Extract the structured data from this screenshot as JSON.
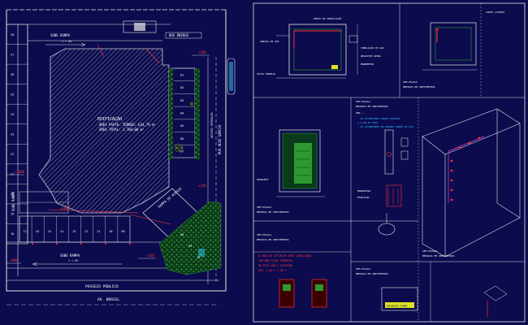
{
  "site_plan": {
    "edificacao": "EDIFICAÇÃO",
    "area_pavto": "ÁREA PAVTO. TÉRREO: 634,79 m²",
    "area_total": "ÁREA TOTAL: 3.768,00 m²",
    "sobe_rampa_top": "SOBE RAMPA",
    "sobe_rampa_top_pct": "i = 8%",
    "sobe_rampa_bottom": "SOBE RAMPA",
    "sobe_rampa_bottom_pct": "i = 8%",
    "box_onibus": "BOX ÔNIBUS",
    "passeio": "PASSEIO PÚBLICO",
    "avenida": "AV. BRASIL",
    "level_a": "+200",
    "level_b": "+1000",
    "level_c": "+600",
    "level_d": "+220",
    "level_e": "+240",
    "level_f": "+100",
    "vertical_street": "RUA ALDO GARCIA",
    "vertical_left": "SOBE RAMPA",
    "parking_left": [
      "28",
      "27",
      "26",
      "25",
      "24",
      "23",
      "22",
      "21",
      "20",
      "19",
      "18"
    ],
    "parking_bottom": [
      "17",
      "16",
      "15",
      "14",
      "13",
      "12",
      "11",
      "10",
      "09"
    ],
    "parking_right": [
      "01",
      "02",
      "03",
      "04",
      "05",
      "06",
      "07"
    ],
    "parking_lower_right": [
      "08",
      "09",
      "10"
    ],
    "vertical_right_road": "ACESSO VEÍCULOS",
    "ramp_label": "RAMPA DE ACESSO"
  },
  "detail_sheet": {
    "sem_escala": "SEM ESCALA",
    "medidas": "MEDIDAS EM CENTÍMETROS",
    "obs_title": "OBS.:",
    "obs_lines": [
      "- OS EXTINTORES SERÃO FIXADOS",
      "  A 1,60 DO PISO",
      "- OS EXTINTORES NO QUADRO SERÃO DE CO2"
    ],
    "red_notes": [
      "A ÁREA DE EXTINTOR SERÁ SINALIZADA",
      "COM UMA FAIXA VERMELHA",
      "NO PISO SOB O EXTINTOR",
      "DIM. 1,00 x 1,00 m"
    ],
    "scale_labels": [
      "SEM ESCALA",
      "SEM ESCALA",
      "SEM ESCALA",
      "SEM ESCALA",
      "SEM ESCALA",
      "SEM ESCALA"
    ],
    "measure_labels": [
      "MEDIDAS EM CENTÍMETROS",
      "MEDIDAS EM CENTÍMETROS",
      "MEDIDAS EM CENTÍMETROS",
      "MEDIDAS EM CENTÍMETROS",
      "MEDIDAS EM CENTÍMETROS",
      "MEDIDAS EM CENTÍMETROS"
    ],
    "sign_text": "PROIBIDO FUMAR",
    "callouts": [
      "ABRIGO DE GÁS",
      "PORTA DE VENTILAÇÃO",
      "TUBULAÇÃO DE GÁS",
      "REGISTRO GERAL",
      "MANÔMETRO",
      "VISTA FRONTAL",
      "CORTE LATERAL",
      "HIDRANTE",
      "MANGUEIRA",
      "ESGUICHO"
    ]
  },
  "colors": {
    "background": "#0b0b4e",
    "white": "#ffffff",
    "cyan": "#33ccff",
    "red": "#ff3030",
    "green": "#2e9a2e",
    "yellow": "#e0e020",
    "magenta": "#e040e0"
  }
}
